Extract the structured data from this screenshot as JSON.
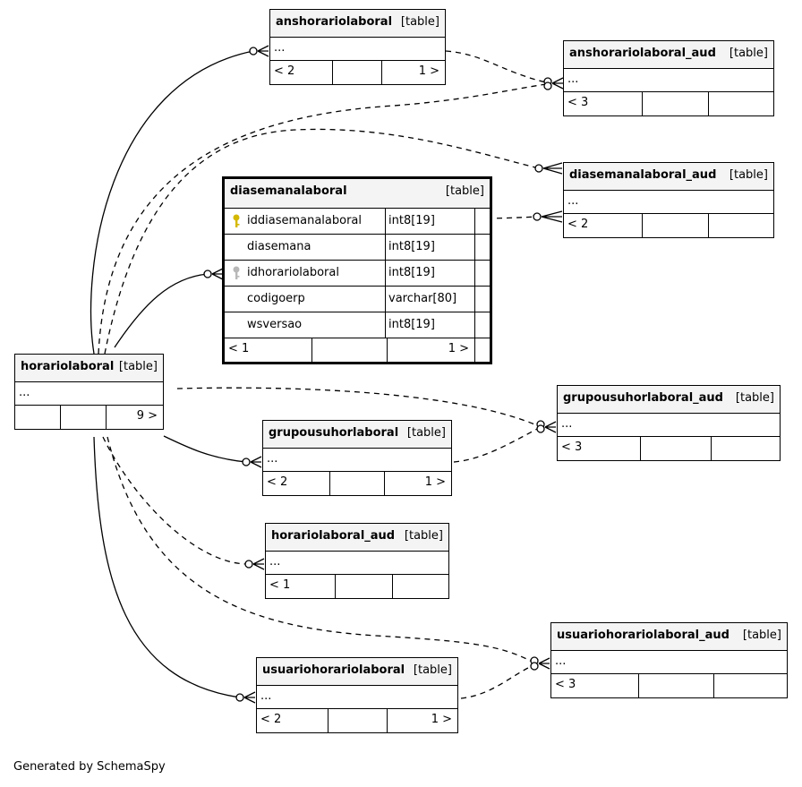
{
  "tables": {
    "horariolaboral": {
      "name": "horariolaboral",
      "kind": "[table]",
      "body": "...",
      "foot_left": "",
      "foot_right": "9 >"
    },
    "anshorariolaboral": {
      "name": "anshorariolaboral",
      "kind": "[table]",
      "body": "...",
      "foot_left": "< 2",
      "foot_right": "1 >"
    },
    "anshorariolaboral_aud": {
      "name": "anshorariolaboral_aud",
      "kind": "[table]",
      "body": "...",
      "foot_left": "< 3",
      "foot_right": ""
    },
    "diasemanalaboral_aud": {
      "name": "diasemanalaboral_aud",
      "kind": "[table]",
      "body": "...",
      "foot_left": "< 2",
      "foot_right": ""
    },
    "grupousuhorlaboral_aud": {
      "name": "grupousuhorlaboral_aud",
      "kind": "[table]",
      "body": "...",
      "foot_left": "< 3",
      "foot_right": ""
    },
    "grupousuhorlaboral": {
      "name": "grupousuhorlaboral",
      "kind": "[table]",
      "body": "...",
      "foot_left": "< 2",
      "foot_right": "1 >"
    },
    "horariolaboral_aud": {
      "name": "horariolaboral_aud",
      "kind": "[table]",
      "body": "...",
      "foot_left": "< 1",
      "foot_right": ""
    },
    "usuariohorariolaboral_aud": {
      "name": "usuariohorariolaboral_aud",
      "kind": "[table]",
      "body": "...",
      "foot_left": "< 3",
      "foot_right": ""
    },
    "usuariohorariolaboral": {
      "name": "usuariohorariolaboral",
      "kind": "[table]",
      "body": "...",
      "foot_left": "< 2",
      "foot_right": "1 >"
    }
  },
  "focus_table": {
    "name": "diasemanalaboral",
    "kind": "[table]",
    "columns": [
      {
        "name": "iddiasemanalaboral",
        "type": "int8[19]",
        "key": "primary"
      },
      {
        "name": "diasemana",
        "type": "int8[19]",
        "key": ""
      },
      {
        "name": "idhorariolaboral",
        "type": "int8[19]",
        "key": "foreign"
      },
      {
        "name": "codigoerp",
        "type": "varchar[80]",
        "key": ""
      },
      {
        "name": "wsversao",
        "type": "int8[19]",
        "key": ""
      }
    ],
    "foot_left": "< 1",
    "foot_right": "1 >"
  },
  "colors": {
    "primary_key": "#d4b800",
    "foreign_key": "#b8b8b8",
    "header_bg": "#f4f4f4"
  },
  "footer": {
    "generated": "Generated by SchemaSpy"
  }
}
